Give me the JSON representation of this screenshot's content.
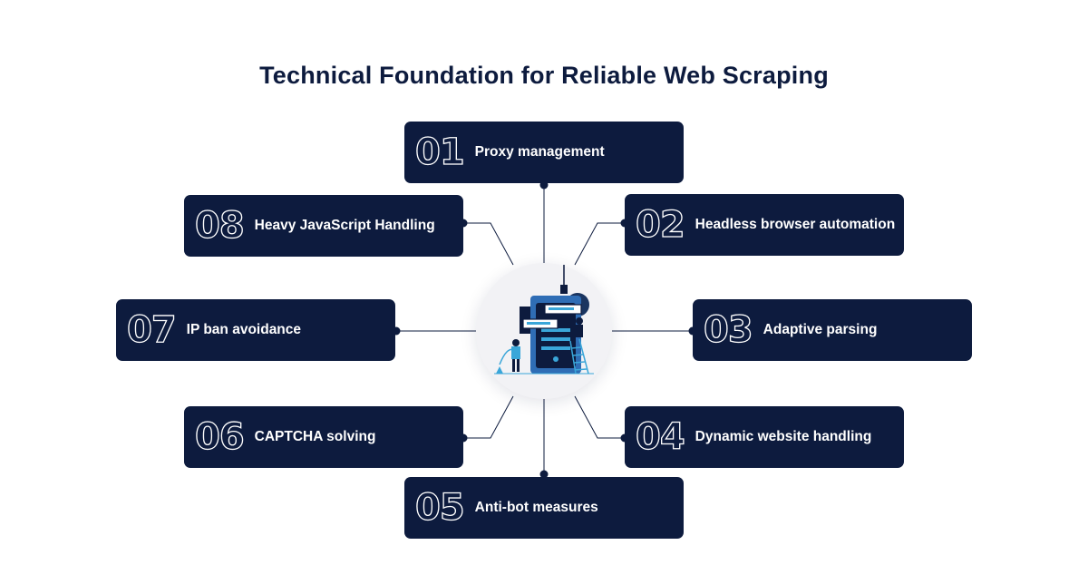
{
  "title": "Technical Foundation for Reliable Web Scraping",
  "colors": {
    "card": "#0d1b3e",
    "accent": "#3aa6d9",
    "hub": "#f2f2f5"
  },
  "steps": [
    {
      "num": "01",
      "label": "Proxy management"
    },
    {
      "num": "02",
      "label": "Headless browser automation"
    },
    {
      "num": "03",
      "label": "Adaptive parsing"
    },
    {
      "num": "04",
      "label": "Dynamic website handling"
    },
    {
      "num": "05",
      "label": "Anti-bot measures"
    },
    {
      "num": "06",
      "label": "CAPTCHA solving"
    },
    {
      "num": "07",
      "label": "IP ban avoidance"
    },
    {
      "num": "08",
      "label": "Heavy JavaScript Handling"
    }
  ],
  "hub_icon": "server-with-workers-illustration"
}
